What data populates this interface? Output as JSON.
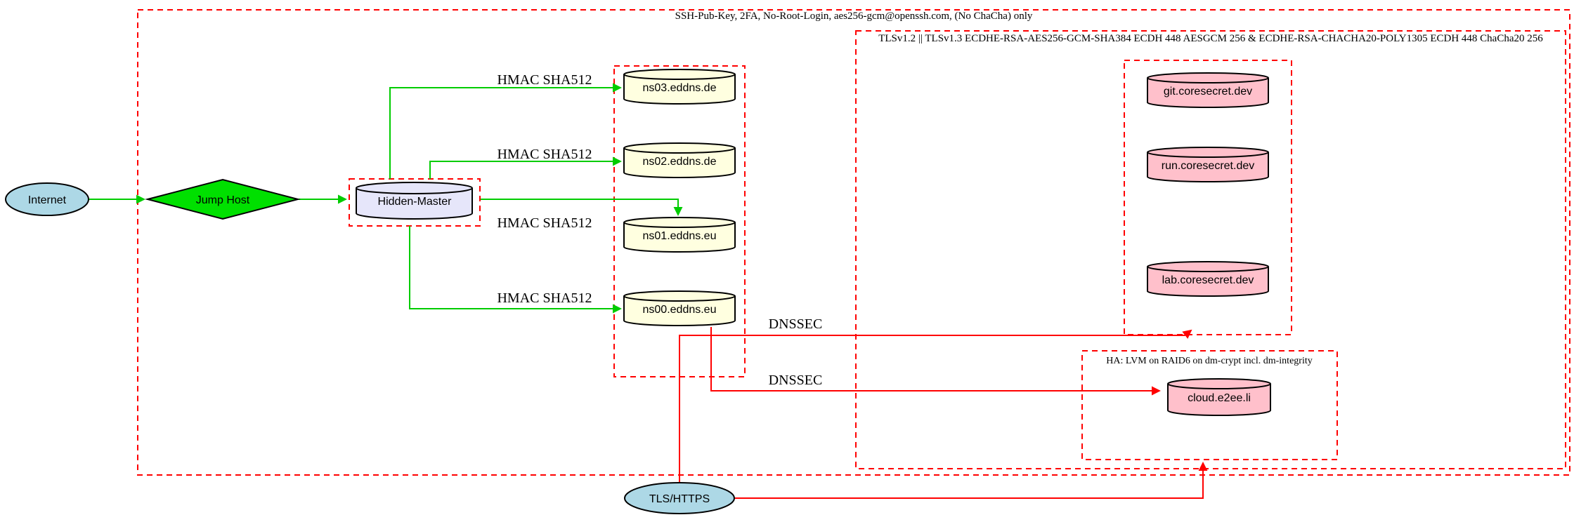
{
  "clusters": {
    "ssh": {
      "label": "SSH-Pub-Key, 2FA, No-Root-Login, aes256-gcm@openssh.com, (No ChaCha) only"
    },
    "tls": {
      "label": "TLSv1.2 || TLSv1.3 ECDHE-RSA-AES256-GCM-SHA384 ECDH 448 AESGCM 256 & ECDHE-RSA-CHACHA20-POLY1305 ECDH 448 ChaCha20 256"
    },
    "ha": {
      "label": "HA: LVM on RAID6 on dm-crypt incl. dm-integrity"
    }
  },
  "nodes": {
    "internet": {
      "label": "Internet"
    },
    "jump_host": {
      "label": "Jump Host"
    },
    "hidden_master": {
      "label": "Hidden-Master"
    },
    "ns03": {
      "label": "ns03.eddns.de"
    },
    "ns02": {
      "label": "ns02.eddns.de"
    },
    "ns01": {
      "label": "ns01.eddns.eu"
    },
    "ns00": {
      "label": "ns00.eddns.eu"
    },
    "git": {
      "label": "git.coresecret.dev"
    },
    "run": {
      "label": "run.coresecret.dev"
    },
    "lab": {
      "label": "lab.coresecret.dev"
    },
    "cloud": {
      "label": "cloud.e2ee.li"
    },
    "tls_https": {
      "label": "TLS/HTTPS"
    }
  },
  "edges": {
    "hmac_label": "HMAC SHA512",
    "dnssec_label": "DNSSEC"
  },
  "colors": {
    "cluster_border": "#ff0000",
    "green_edge": "#00cc00",
    "red_edge": "#ff0000",
    "node_blue": "#add8e6",
    "node_green": "#00e000",
    "node_lavender": "#e6e6fa",
    "node_yellow": "#ffffe0",
    "node_pink": "#ffc0cb"
  }
}
